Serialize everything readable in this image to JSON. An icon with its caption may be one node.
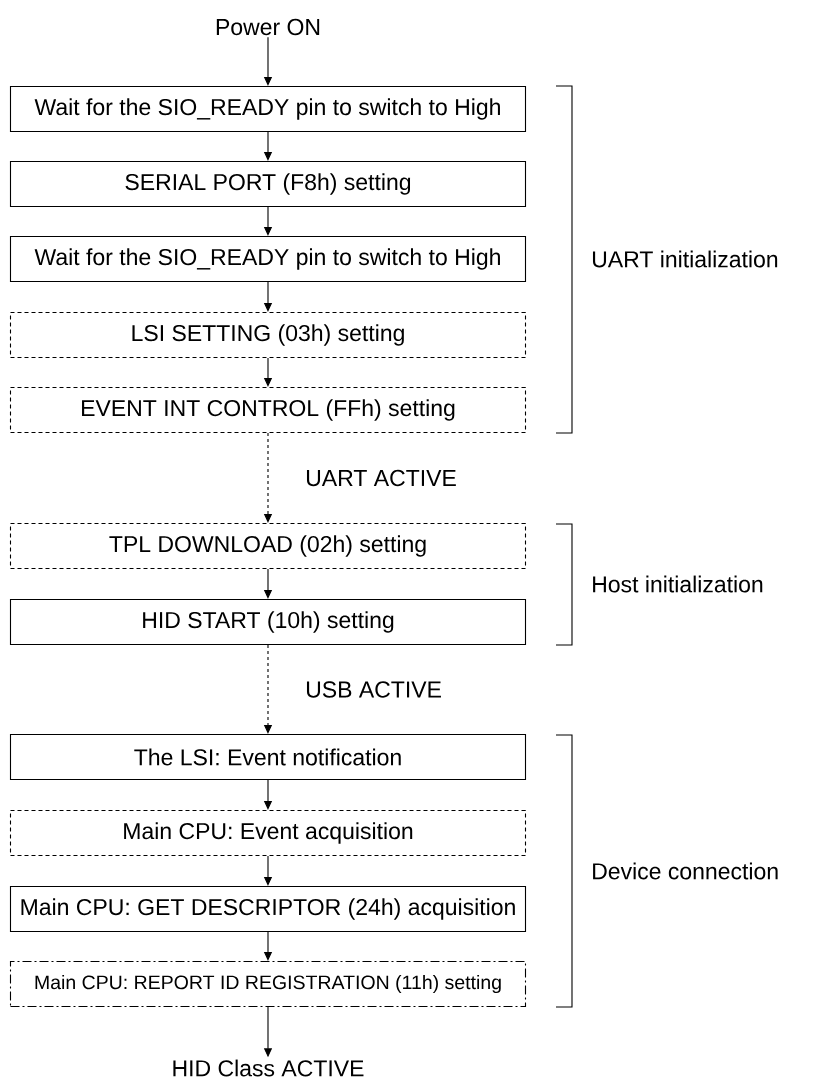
{
  "diagram": {
    "nodes": [
      {
        "text": [
          "Power ON"
        ]
      },
      {
        "text": [
          "Wait for the SIO_READY pin to switch to High"
        ]
      },
      {
        "text": [
          "SERIAL PORT (F8h) setting"
        ]
      },
      {
        "text": [
          "Wait for the SIO_READY pin to switch to High"
        ]
      },
      {
        "text": [
          "LSI SETTING (03h) setting"
        ]
      },
      {
        "text": [
          "EVENT INT CONTROL (FFh) setting"
        ]
      },
      {
        "text": [
          "TPL DOWNLOAD (02h) setting"
        ]
      },
      {
        "text": [
          "HID START (10h) setting"
        ]
      },
      {
        "text": [
          "The LSI: Event notification"
        ]
      },
      {
        "text": [
          "Main CPU: Event acquisition"
        ]
      },
      {
        "text": [
          "Main CPU: GET DESCRIPTOR (24h) acquisition"
        ]
      },
      {
        "text": [
          "Main CPU: REPORT ID REGISTRATION (11h) setting"
        ]
      },
      {
        "text": [
          "HID Class ACTIVE"
        ]
      }
    ],
    "edges": [
      {
        "from": 0,
        "to": 1,
        "arrow": "to"
      },
      {
        "from": 1,
        "to": 2,
        "arrow": "to"
      },
      {
        "from": 2,
        "to": 3,
        "arrow": "to"
      },
      {
        "from": 3,
        "to": 4,
        "arrow": "to"
      },
      {
        "from": 4,
        "to": 5,
        "arrow": "to"
      },
      {
        "from": 5,
        "to": 6,
        "arrow": "to",
        "style": "dashed",
        "label": "UART ACTIVE"
      },
      {
        "from": 6,
        "to": 7,
        "arrow": "to"
      },
      {
        "from": 7,
        "to": 8,
        "arrow": "to",
        "style": "dashed",
        "label": "USB ACTIVE"
      },
      {
        "from": 8,
        "to": 9,
        "arrow": "to"
      },
      {
        "from": 9,
        "to": 10,
        "arrow": "to"
      },
      {
        "from": 10,
        "to": 11,
        "arrow": "to"
      },
      {
        "from": 11,
        "to": 12,
        "arrow": "to"
      }
    ],
    "labels": [
      "UART initialization",
      "Host initialization",
      "Device connection"
    ]
  }
}
